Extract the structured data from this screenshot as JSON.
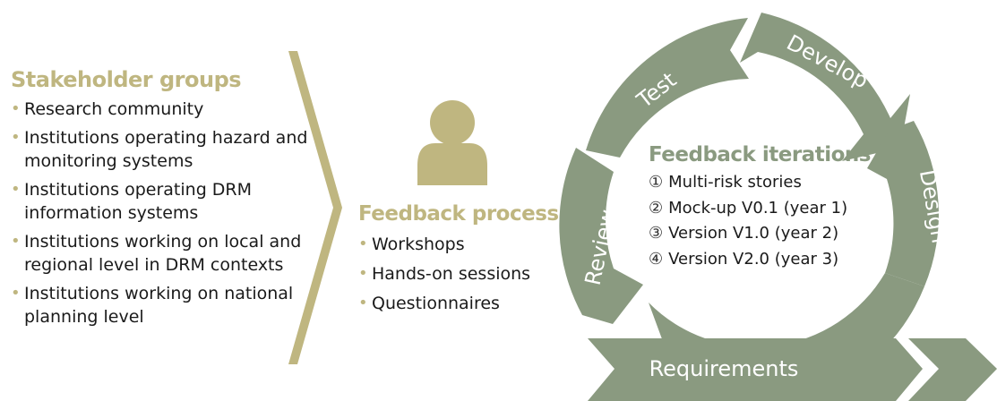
{
  "stakeholders": {
    "title": "Stakeholder groups",
    "items": [
      "Research community",
      "Institutions operating hazard and monitoring systems",
      "Institutions operating DRM information systems",
      "Institutions working on local and regional level in DRM contexts",
      "Institutions working on national planning level"
    ]
  },
  "feedback_process": {
    "title": "Feedback process",
    "items": [
      "Workshops",
      "Hands-on sessions",
      "Questionnaires"
    ]
  },
  "iterations": {
    "title": "Feedback iterations",
    "items": [
      {
        "mark": "①",
        "text": "Multi-risk stories"
      },
      {
        "mark": "②",
        "text": "Mock-up V0.1 (year 1)"
      },
      {
        "mark": "③",
        "text": "Version V1.0 (year 2)"
      },
      {
        "mark": "④",
        "text": "Version V2.0 (year 3)"
      }
    ]
  },
  "cycle": {
    "steps": [
      "Develop",
      "Design",
      "Review",
      "Test"
    ],
    "requirements": "Requirements"
  },
  "colors": {
    "gold": "#bfb680",
    "sage": "#8a9a80"
  },
  "icons": [
    "person-icon",
    "chevron-right-icon"
  ]
}
